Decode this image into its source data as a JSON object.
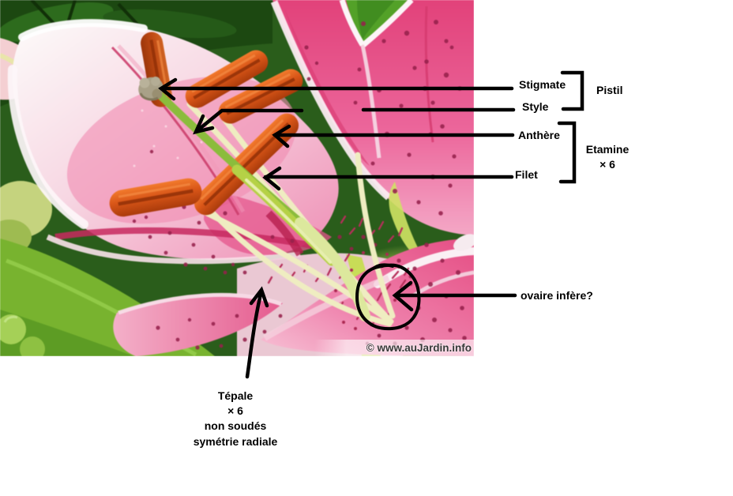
{
  "colors": {
    "annotation_ink": "#000000",
    "background": "#ffffff",
    "petal_deep_pink": "#e2568b",
    "petal_pale": "#f6d7e3",
    "petal_spot": "#93224b",
    "anther_orange": "#d5571b",
    "filament_cream": "#efedc3",
    "stigma_gray": "#a9a189",
    "style_green": "#8cbb40",
    "throat_yellow_green": "#d3e468",
    "leaf_dark": "#2b5c1d",
    "leaf_light": "#79b233",
    "watermark_text": "#383838"
  },
  "photo": {
    "watermark": "© www.auJardin.info"
  },
  "pistil_group": {
    "label": "Pistil",
    "items": {
      "stigmate": "Stigmate",
      "style": "Style"
    }
  },
  "etamine_group": {
    "label": "Etamine",
    "count": "× 6",
    "items": {
      "anthere": "Anthère",
      "filet": "Filet"
    }
  },
  "ovary": {
    "label": "ovaire infère?"
  },
  "tepale_group": {
    "name": "Tépale",
    "count": "× 6",
    "note1": "non soudés",
    "note2": "symétrie radiale"
  }
}
